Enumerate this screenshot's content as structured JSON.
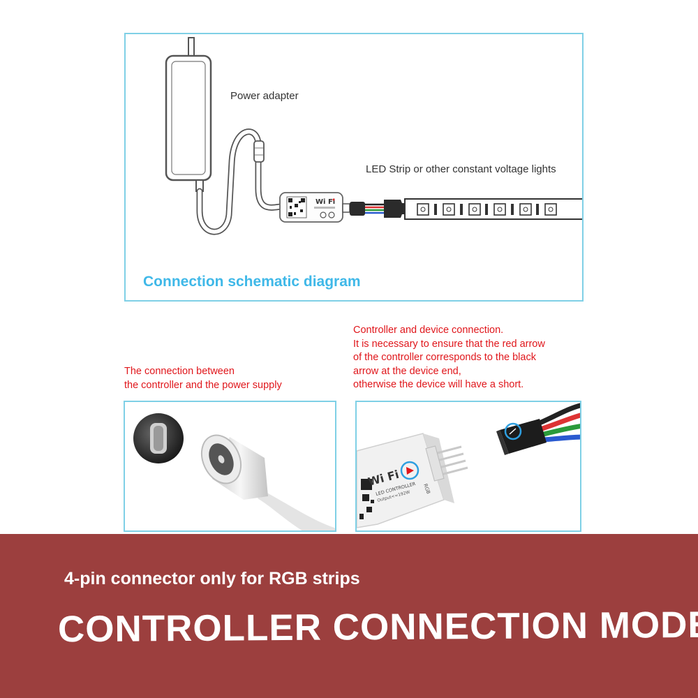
{
  "schematic": {
    "power_adapter_label": "Power adapter",
    "led_strip_label": "LED Strip or other constant voltage lights",
    "title": "Connection schematic diagram",
    "controller_logo": "Wi Fi"
  },
  "notes": {
    "power_connection": [
      "The connection between",
      "the controller and the power supply"
    ],
    "controller_connection": [
      "Controller and device connection.",
      "It is necessary to ensure that the red arrow",
      "of the controller corresponds to the black",
      "arrow at the device end,",
      "otherwise the device will have a short."
    ]
  },
  "photos": {
    "controller_logo": "Wi Fi",
    "controller_model": "LED CONTROLLER",
    "controller_rating": "Output<=192W",
    "pin_label": "RGB"
  },
  "banner": {
    "subtitle": "4-pin connector only for RGB strips",
    "title": "CONTROLLER CONNECTION MODE",
    "background_color": "#9c3f3e"
  },
  "colors": {
    "panel_border": "#7fd0e6",
    "schematic_title": "#3fb8e8",
    "note_text": "#e0161b",
    "highlight_circle": "#2e9fe0"
  }
}
